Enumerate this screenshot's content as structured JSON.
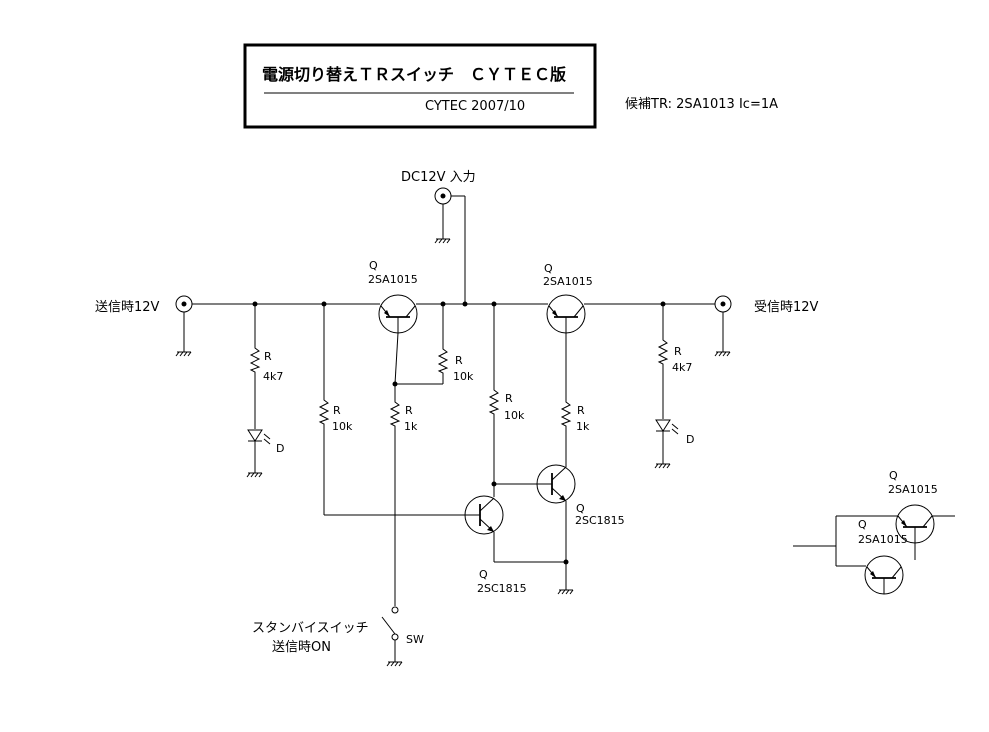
{
  "title": {
    "main": "電源切り替えＴＲスイッチ　ＣＹＴＥＣ版",
    "sub": "CYTEC 2007/10"
  },
  "candidate_tr": "候補TR:  2SA1013  Ic=1A",
  "dc_input": "DC12V  入力",
  "tx_12v": "送信時12V",
  "rx_12v": "受信時12V",
  "standby": {
    "line1": "スタンバイスイッチ",
    "line2": "送信時ON"
  },
  "sw_label": "SW",
  "q_letter": "Q",
  "r_letter": "R",
  "d_letter": "D",
  "pnp_part": "2SA1015",
  "npn_part": "2SC1815",
  "r_4k7": "4k7",
  "r_10k": "10k",
  "r_1k": "1k"
}
